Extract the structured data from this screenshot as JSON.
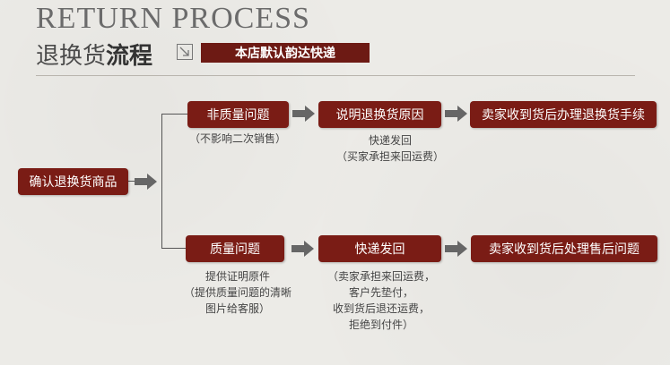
{
  "header": {
    "title_en": "RETURN PROCESS",
    "title_zh_part1": "退换货",
    "title_zh_part2": "流程",
    "badge": "本店默认韵达快递"
  },
  "start": {
    "label": "确认退换货商品"
  },
  "branch_top": {
    "step1": "非质量问题",
    "step1_note": [
      "（不影响二次销售）"
    ],
    "step2": "说明退换货原因",
    "step2_note": [
      "快递发回",
      "（买家承担来回运费）"
    ],
    "step3": "卖家收到货后办理退换货手续"
  },
  "branch_bottom": {
    "step1": "质量问题",
    "step1_note": [
      "提供证明原件",
      "（提供质量问题的清晰",
      "图片给客服）"
    ],
    "step2": "快递发回",
    "step2_note": [
      "（卖家承担来回运费，",
      "客户先垫付，",
      "收到货后退还运费，",
      "拒绝到付件）"
    ],
    "step3": "卖家收到货后处理售后问题"
  },
  "colors": {
    "box": "#7a1c15",
    "arrow": "#666666",
    "badge": "#6d1a14"
  }
}
